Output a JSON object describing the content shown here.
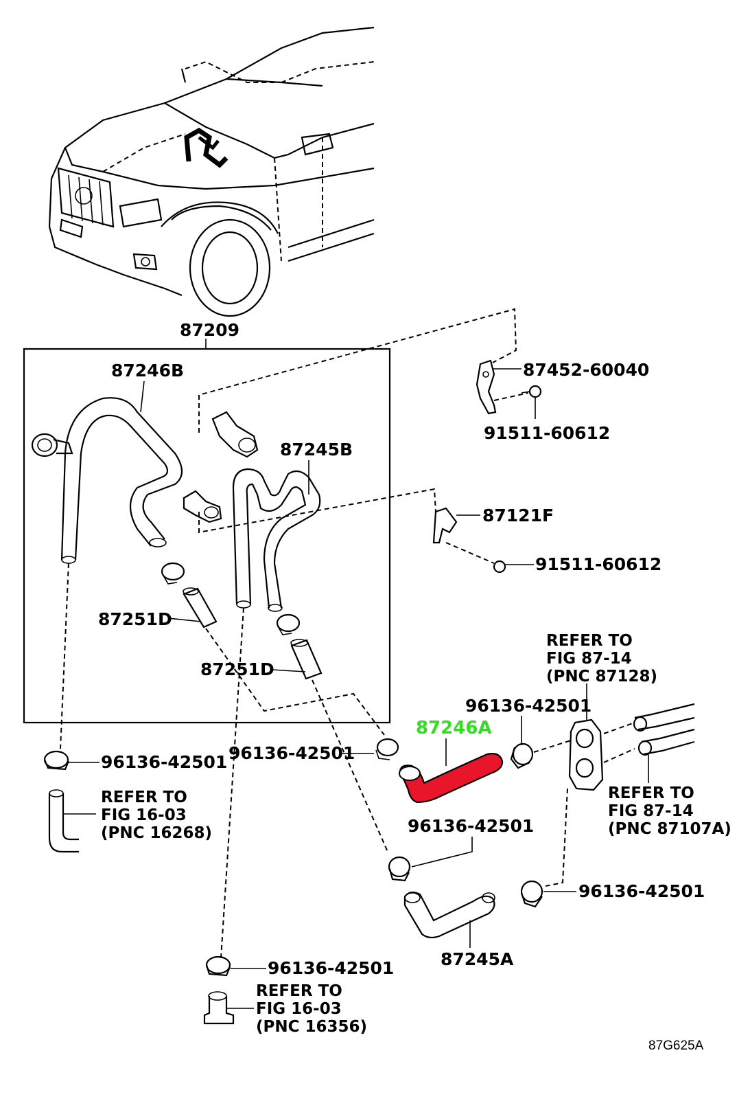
{
  "diagram": {
    "assembly": "87209",
    "highlight_color": "#e8152b",
    "highlight_label_color": "#33dd22",
    "highlighted_part": "87246A",
    "image_code": "87G625A",
    "labels": {
      "p87246B": "87246B",
      "p87245B": "87245B",
      "p87452": "87452-60040",
      "p91511a": "91511-60612",
      "p87121F": "87121F",
      "p91511b": "91511-60612",
      "p87251D_a": "87251D",
      "p87251D_b": "87251D",
      "p96136_a": "96136-42501",
      "p96136_b": "96136-42501",
      "p96136_c": "96136-42501",
      "p96136_d": "96136-42501",
      "p96136_e": "96136-42501",
      "p96136_f": "96136-42501",
      "p87245A": "87245A"
    },
    "refs": {
      "r1": [
        "REFER TO",
        "FIG 87-14",
        "(PNC 87128)"
      ],
      "r2": [
        "REFER TO",
        "FIG 87-14",
        "(PNC 87107A)"
      ],
      "r3": [
        "REFER TO",
        "FIG 16-03",
        "(PNC 16268)"
      ],
      "r4": [
        "REFER TO",
        "FIG 16-03",
        "(PNC 16356)"
      ]
    }
  }
}
